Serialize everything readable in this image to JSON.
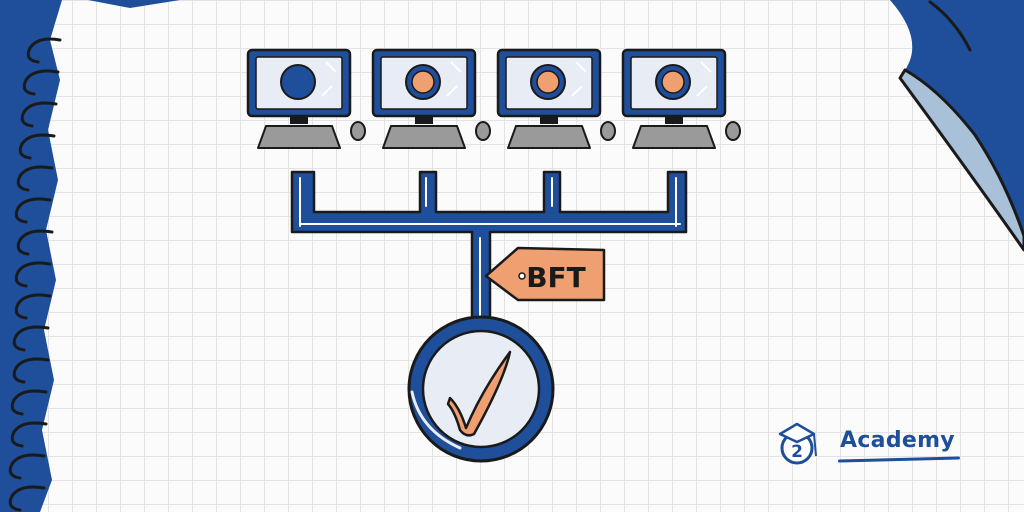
{
  "diagram": {
    "tag_label": "BFT",
    "computers": [
      {
        "id": "node-1",
        "dot_style": "blue"
      },
      {
        "id": "node-2",
        "dot_style": "orange"
      },
      {
        "id": "node-3",
        "dot_style": "orange"
      },
      {
        "id": "node-4",
        "dot_style": "orange"
      }
    ],
    "result_icon": "checkmark-icon"
  },
  "branding": {
    "logo_digit": "2",
    "name": "Academy"
  },
  "colors": {
    "primary_blue": "#1f4e9a",
    "accent_orange": "#f0a070",
    "screen_fill": "#e8ecf4",
    "keyboard_gray": "#9a9a9a",
    "pale_blue": "#a8c0d8"
  }
}
